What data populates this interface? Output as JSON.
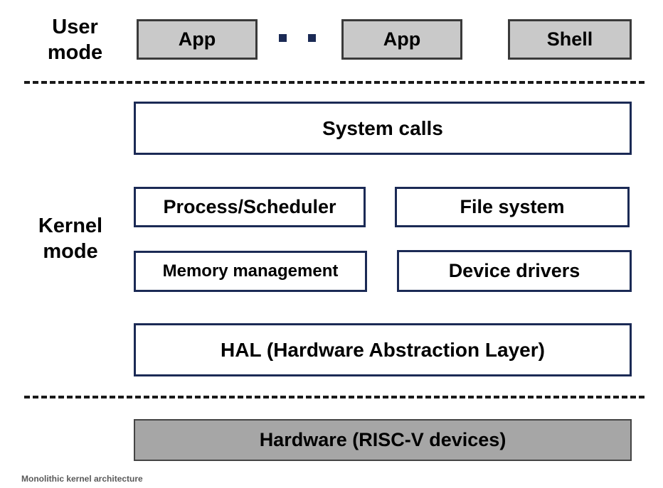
{
  "diagram": {
    "user_mode_label": "User mode",
    "kernel_mode_label": "Kernel mode",
    "user_boxes": [
      {
        "label": "App"
      },
      {
        "label": "App"
      },
      {
        "label": "Shell"
      }
    ],
    "kernel_boxes": {
      "system_calls": "System calls",
      "process_scheduler": "Process/Scheduler",
      "file_system": "File system",
      "memory_management": "Memory management",
      "device_drivers": "Device drivers",
      "hal": "HAL (Hardware Abstraction Layer)"
    },
    "hardware_label": "Hardware (RISC-V devices)",
    "caption": "Monolithic kernel architecture",
    "colors": {
      "navy_border": "#1b2a55",
      "gray_fill": "#c9c9c9",
      "hardware_fill": "#a6a6a6",
      "text": "#000000"
    }
  }
}
